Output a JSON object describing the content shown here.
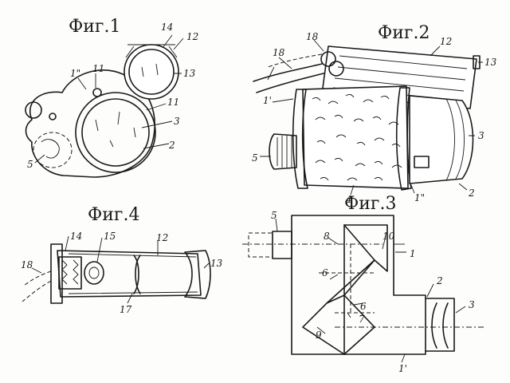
{
  "figures": {
    "fig1": {
      "title": "Фиг.1",
      "labels": {
        "l1pp": "1\"",
        "l11a": "11",
        "l11b": "11",
        "l12": "12",
        "l13": "13",
        "l14": "14",
        "l3": "3",
        "l2": "2",
        "l5": "5"
      }
    },
    "fig2": {
      "title": "Фиг.2",
      "labels": {
        "l18a": "18",
        "l18b": "18",
        "l12": "12",
        "l13": "13",
        "l1p": "1'",
        "l3": "3",
        "l5": "5",
        "l4": "4",
        "l1pp": "1\"",
        "l2": "2"
      }
    },
    "fig4": {
      "title": "Фиг.4",
      "labels": {
        "l14": "14",
        "l15": "15",
        "l12": "12",
        "l13": "13",
        "l18": "18",
        "l17": "17"
      }
    },
    "fig3": {
      "title": "Фиг.3",
      "labels": {
        "l5": "5",
        "l8": "8",
        "l10": "10",
        "l1": "1",
        "l6a": "6",
        "l6b": "6",
        "l7": "7",
        "l9": "9",
        "l2": "2",
        "l3": "3",
        "l1p": "1'"
      }
    }
  },
  "colors": {
    "ink": "#1a1a1a",
    "paper": "#fdfdfb"
  }
}
